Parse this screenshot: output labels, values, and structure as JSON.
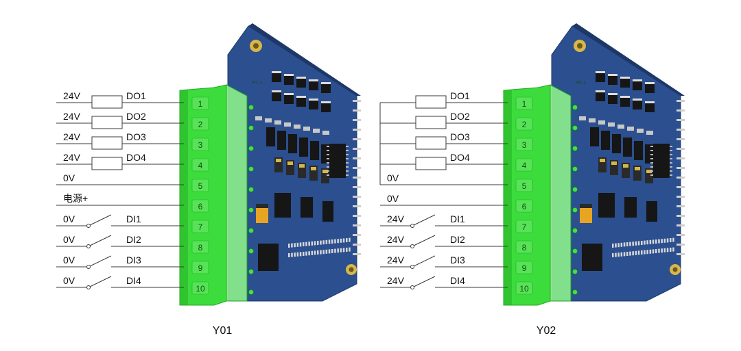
{
  "diagrams": [
    {
      "caption": "Y01",
      "rows": [
        {
          "pin": "1",
          "left": "24V",
          "right": "DO1",
          "kind": "resistor"
        },
        {
          "pin": "2",
          "left": "24V",
          "right": "DO2",
          "kind": "resistor"
        },
        {
          "pin": "3",
          "left": "24V",
          "right": "DO3",
          "kind": "resistor"
        },
        {
          "pin": "4",
          "left": "24V",
          "right": "DO4",
          "kind": "resistor"
        },
        {
          "pin": "5",
          "left": "0V",
          "right": "",
          "kind": "plain"
        },
        {
          "pin": "6",
          "left": "电源+",
          "right": "",
          "kind": "plain"
        },
        {
          "pin": "7",
          "left": "0V",
          "right": "DI1",
          "kind": "switch"
        },
        {
          "pin": "8",
          "left": "0V",
          "right": "DI2",
          "kind": "switch"
        },
        {
          "pin": "9",
          "left": "0V",
          "right": "DI3",
          "kind": "switch"
        },
        {
          "pin": "10",
          "left": "0V",
          "right": "DI4",
          "kind": "switch"
        }
      ]
    },
    {
      "caption": "Y02",
      "rows": [
        {
          "pin": "1",
          "left": "",
          "right": "DO1",
          "kind": "resistor"
        },
        {
          "pin": "2",
          "left": "",
          "right": "DO2",
          "kind": "resistor"
        },
        {
          "pin": "3",
          "left": "",
          "right": "DO3",
          "kind": "resistor"
        },
        {
          "pin": "4",
          "left": "",
          "right": "DO4",
          "kind": "resistor"
        },
        {
          "pin": "5",
          "left": "0V",
          "right": "",
          "kind": "plain"
        },
        {
          "pin": "6",
          "left": "0V",
          "right": "",
          "kind": "plain"
        },
        {
          "pin": "7",
          "left": "24V",
          "right": "DI1",
          "kind": "switch"
        },
        {
          "pin": "8",
          "left": "24V",
          "right": "DI2",
          "kind": "switch"
        },
        {
          "pin": "9",
          "left": "24V",
          "right": "DI3",
          "kind": "switch"
        },
        {
          "pin": "10",
          "left": "24V",
          "right": "DI4",
          "kind": "switch"
        }
      ]
    }
  ],
  "board_label": "P1.1",
  "colors": {
    "terminal": "#3ddc3d",
    "terminal_dark": "#22a822",
    "terminal_light": "#8cf08c",
    "pcb": "#2b4f8f",
    "pcb_dark": "#1d3868",
    "chip": "#161616",
    "gold": "#d7b64a",
    "wire": "#3a3a3a"
  }
}
